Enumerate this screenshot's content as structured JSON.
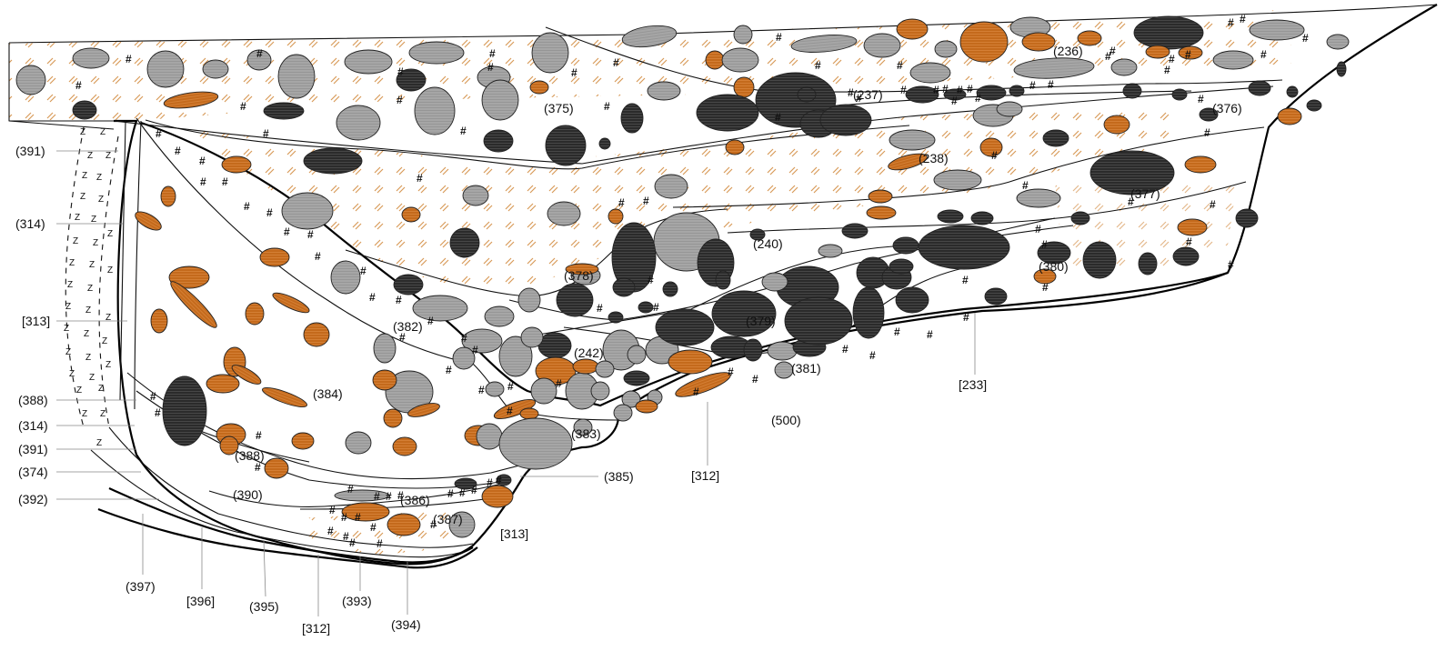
{
  "colors": {
    "grey_stone": "#a6a6a6",
    "dark_stone": "#2b2b2b",
    "orange_stone": "#c46a1c",
    "hatch": "#d89a58",
    "line": "#000000"
  },
  "symbols": {
    "hash": "#",
    "z": "Z"
  },
  "labels": {
    "l236": "(236)",
    "l237": "(237)",
    "l238": "(238)",
    "l240": "(240)",
    "l242": "(242)",
    "l375": "(375)",
    "l376": "(376)",
    "l377": "(377)",
    "l378": "(378)",
    "l379": "(379)",
    "l380": "(380)",
    "l381": "(381)",
    "l382": "(382)",
    "l383": "(383)",
    "l384": "(384)",
    "l385": "(385)",
    "l386": "(386)",
    "l387": "(387)",
    "l388_in": "(388)",
    "l390": "(390)",
    "l500": "(500)",
    "l312_mid": "[312]",
    "l313_mid": "[313]",
    "l233": "[233]",
    "left391a": "(391)",
    "left314a": "(314)",
    "left313": "[313]",
    "left388": "(388)",
    "left314b": "(314)",
    "left391b": "(391)",
    "left374": "(374)",
    "left392": "(392)",
    "b397": "(397)",
    "b396": "[396]",
    "b395": "(395)",
    "b312": "[312]",
    "b393": "(393)",
    "b394": "(394)"
  }
}
